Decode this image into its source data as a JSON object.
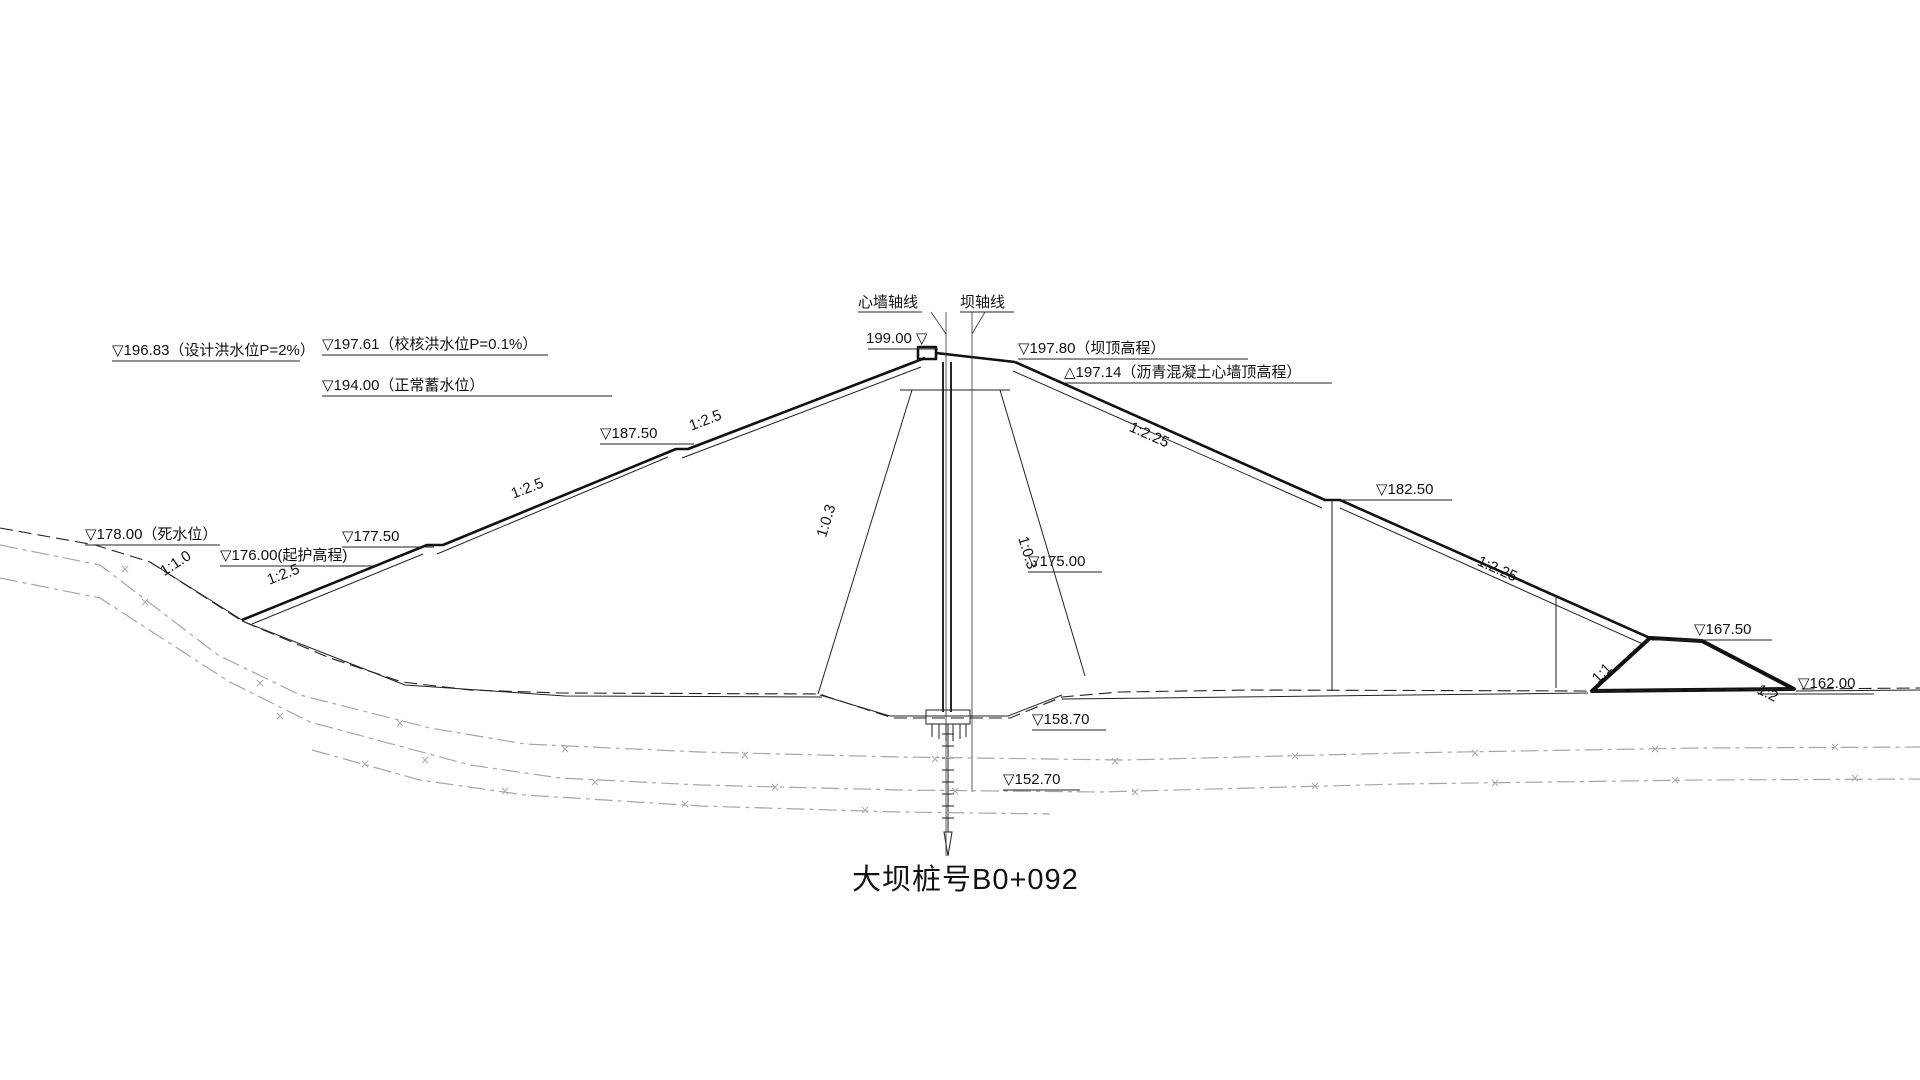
{
  "title": "大坝桩号B0+092",
  "labels": {
    "core_axis": "心墙轴线",
    "dam_axis": "坝轴线",
    "core_top_199": "199.00 ▽",
    "crest_elev": "▽197.80（坝顶高程）",
    "asphalt_core_top": "△197.14（沥青混凝土心墙顶高程）",
    "design_flood": "▽196.83（设计洪水位P=2%）",
    "check_flood": "▽197.61（校核洪水位P=0.1%）",
    "normal_storage": "▽194.00（正常蓄水位）",
    "elev_187_50": "▽187.50",
    "dead_water": "▽178.00（死水位）",
    "protection_start": "▽176.00(起护高程)",
    "elev_177_50": "▽177.50",
    "elev_182_50": "▽182.50",
    "elev_175_00": "▽175.00",
    "elev_167_50": "▽167.50",
    "elev_162_00": "▽162.00",
    "elev_158_70": "▽158.70",
    "elev_152_70": "▽152.70"
  },
  "slopes": {
    "upstream_upper": "1:2.5",
    "upstream_middle": "1:2.5",
    "upstream_lower": "1:2.5",
    "upstream_toe": "1:1.0",
    "core_left": "1:0.3",
    "core_right": "1:0.3",
    "downstream_upper": "1:2.25",
    "downstream_lower": "1:2.25",
    "prism_inner": "1:1",
    "prism_outer": "1:2"
  }
}
